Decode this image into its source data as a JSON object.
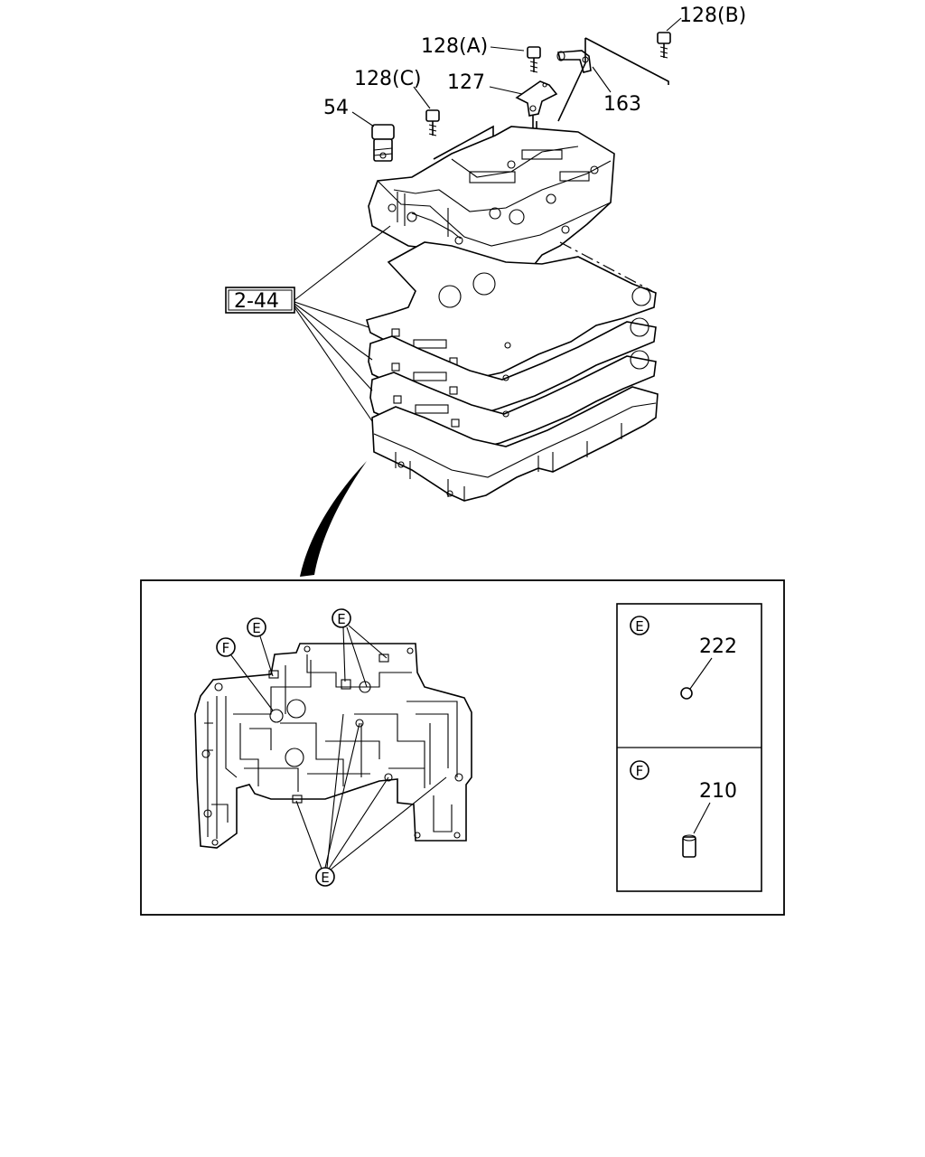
{
  "callouts": {
    "c128b": "128(B)",
    "c128a": "128(A)",
    "c128c": "128(C)",
    "c127": "127",
    "c163": "163",
    "c54": "54",
    "c244": "2-44"
  },
  "detail": {
    "marker_e": "E",
    "marker_f": "F",
    "legend_e_part": "222",
    "legend_f_part": "210"
  }
}
